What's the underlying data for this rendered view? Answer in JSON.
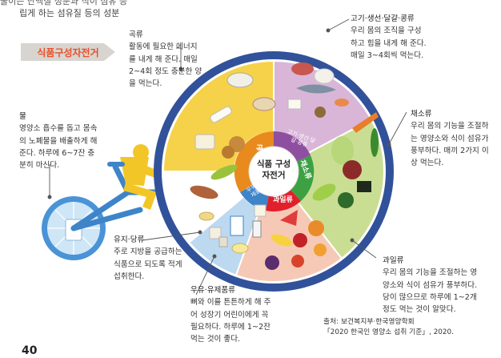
{
  "header": {
    "line1": "줄이는 단백질 성분과 식이 섬유 등",
    "line2": "립게 하는 섬유질 등의 성분"
  },
  "section_tag": "식품구성자전거",
  "wheel": {
    "center_label": "식품 구성 자전거",
    "segments": [
      {
        "label": "곡류",
        "color": "#f6d24a"
      },
      {
        "label": "고기·생선·달걀·콩류",
        "color": "#d9b6d8"
      },
      {
        "label": "채소류",
        "color": "#c9de93"
      },
      {
        "label": "과일류",
        "color": "#f6c9b6"
      },
      {
        "label": "우유·유제품류",
        "color": "#bcd9f0"
      },
      {
        "label": "유지·당류",
        "color": "#ffffff"
      }
    ]
  },
  "notes": {
    "grain": {
      "title": "곡류",
      "body": [
        "활동에 필요한 에너지",
        "를 내게 해 준다. 매일",
        "2~4회 정도 충분한 양",
        "을 먹는다."
      ]
    },
    "meat": {
      "title": "고기·생선·달걀·콩류",
      "body": [
        "우리 몸의 조직을 구성",
        "하고 힘을 내게 해 준다.",
        "매일 3~4회씩 먹는다."
      ]
    },
    "veg": {
      "title": "채소류",
      "body": [
        "우리 몸의 기능을 조절하",
        "는 영양소와 식이 섬유가",
        "풍부하다. 매끼 2가지 이",
        "상 먹는다."
      ]
    },
    "fruit": {
      "title": "과일류",
      "body": [
        "우리 몸의 기능을 조절하는 영",
        "양소와 식이 섬유가 풍부하다.",
        "당이 많으므로 하루에 1~2개",
        "정도 먹는 것이 알맞다."
      ]
    },
    "dairy": {
      "title": "우유·유제품류",
      "body": [
        "뼈와 이를 튼튼하게 해 주",
        "어 성장기 어린이에게 꼭",
        "필요하다. 하루에 1~2잔",
        "먹는 것이 좋다."
      ]
    },
    "oil": {
      "title": "유지·당류",
      "body": [
        "주로 지방을 공급하는",
        "식품으로 되도록 적게",
        "섭취한다."
      ]
    },
    "water": {
      "title": "물",
      "body": [
        "영양소 흡수를 돕고 몸속",
        "의 노폐물을 배출하게 해",
        "준다. 하루에 6~7잔 충",
        "분히 마신다."
      ]
    }
  },
  "source": {
    "line1": "출처: 보건복지부·한국영양학회",
    "line2": "「2020 한국인 영양소 섭취 기준」, 2020."
  },
  "page_number": "40"
}
